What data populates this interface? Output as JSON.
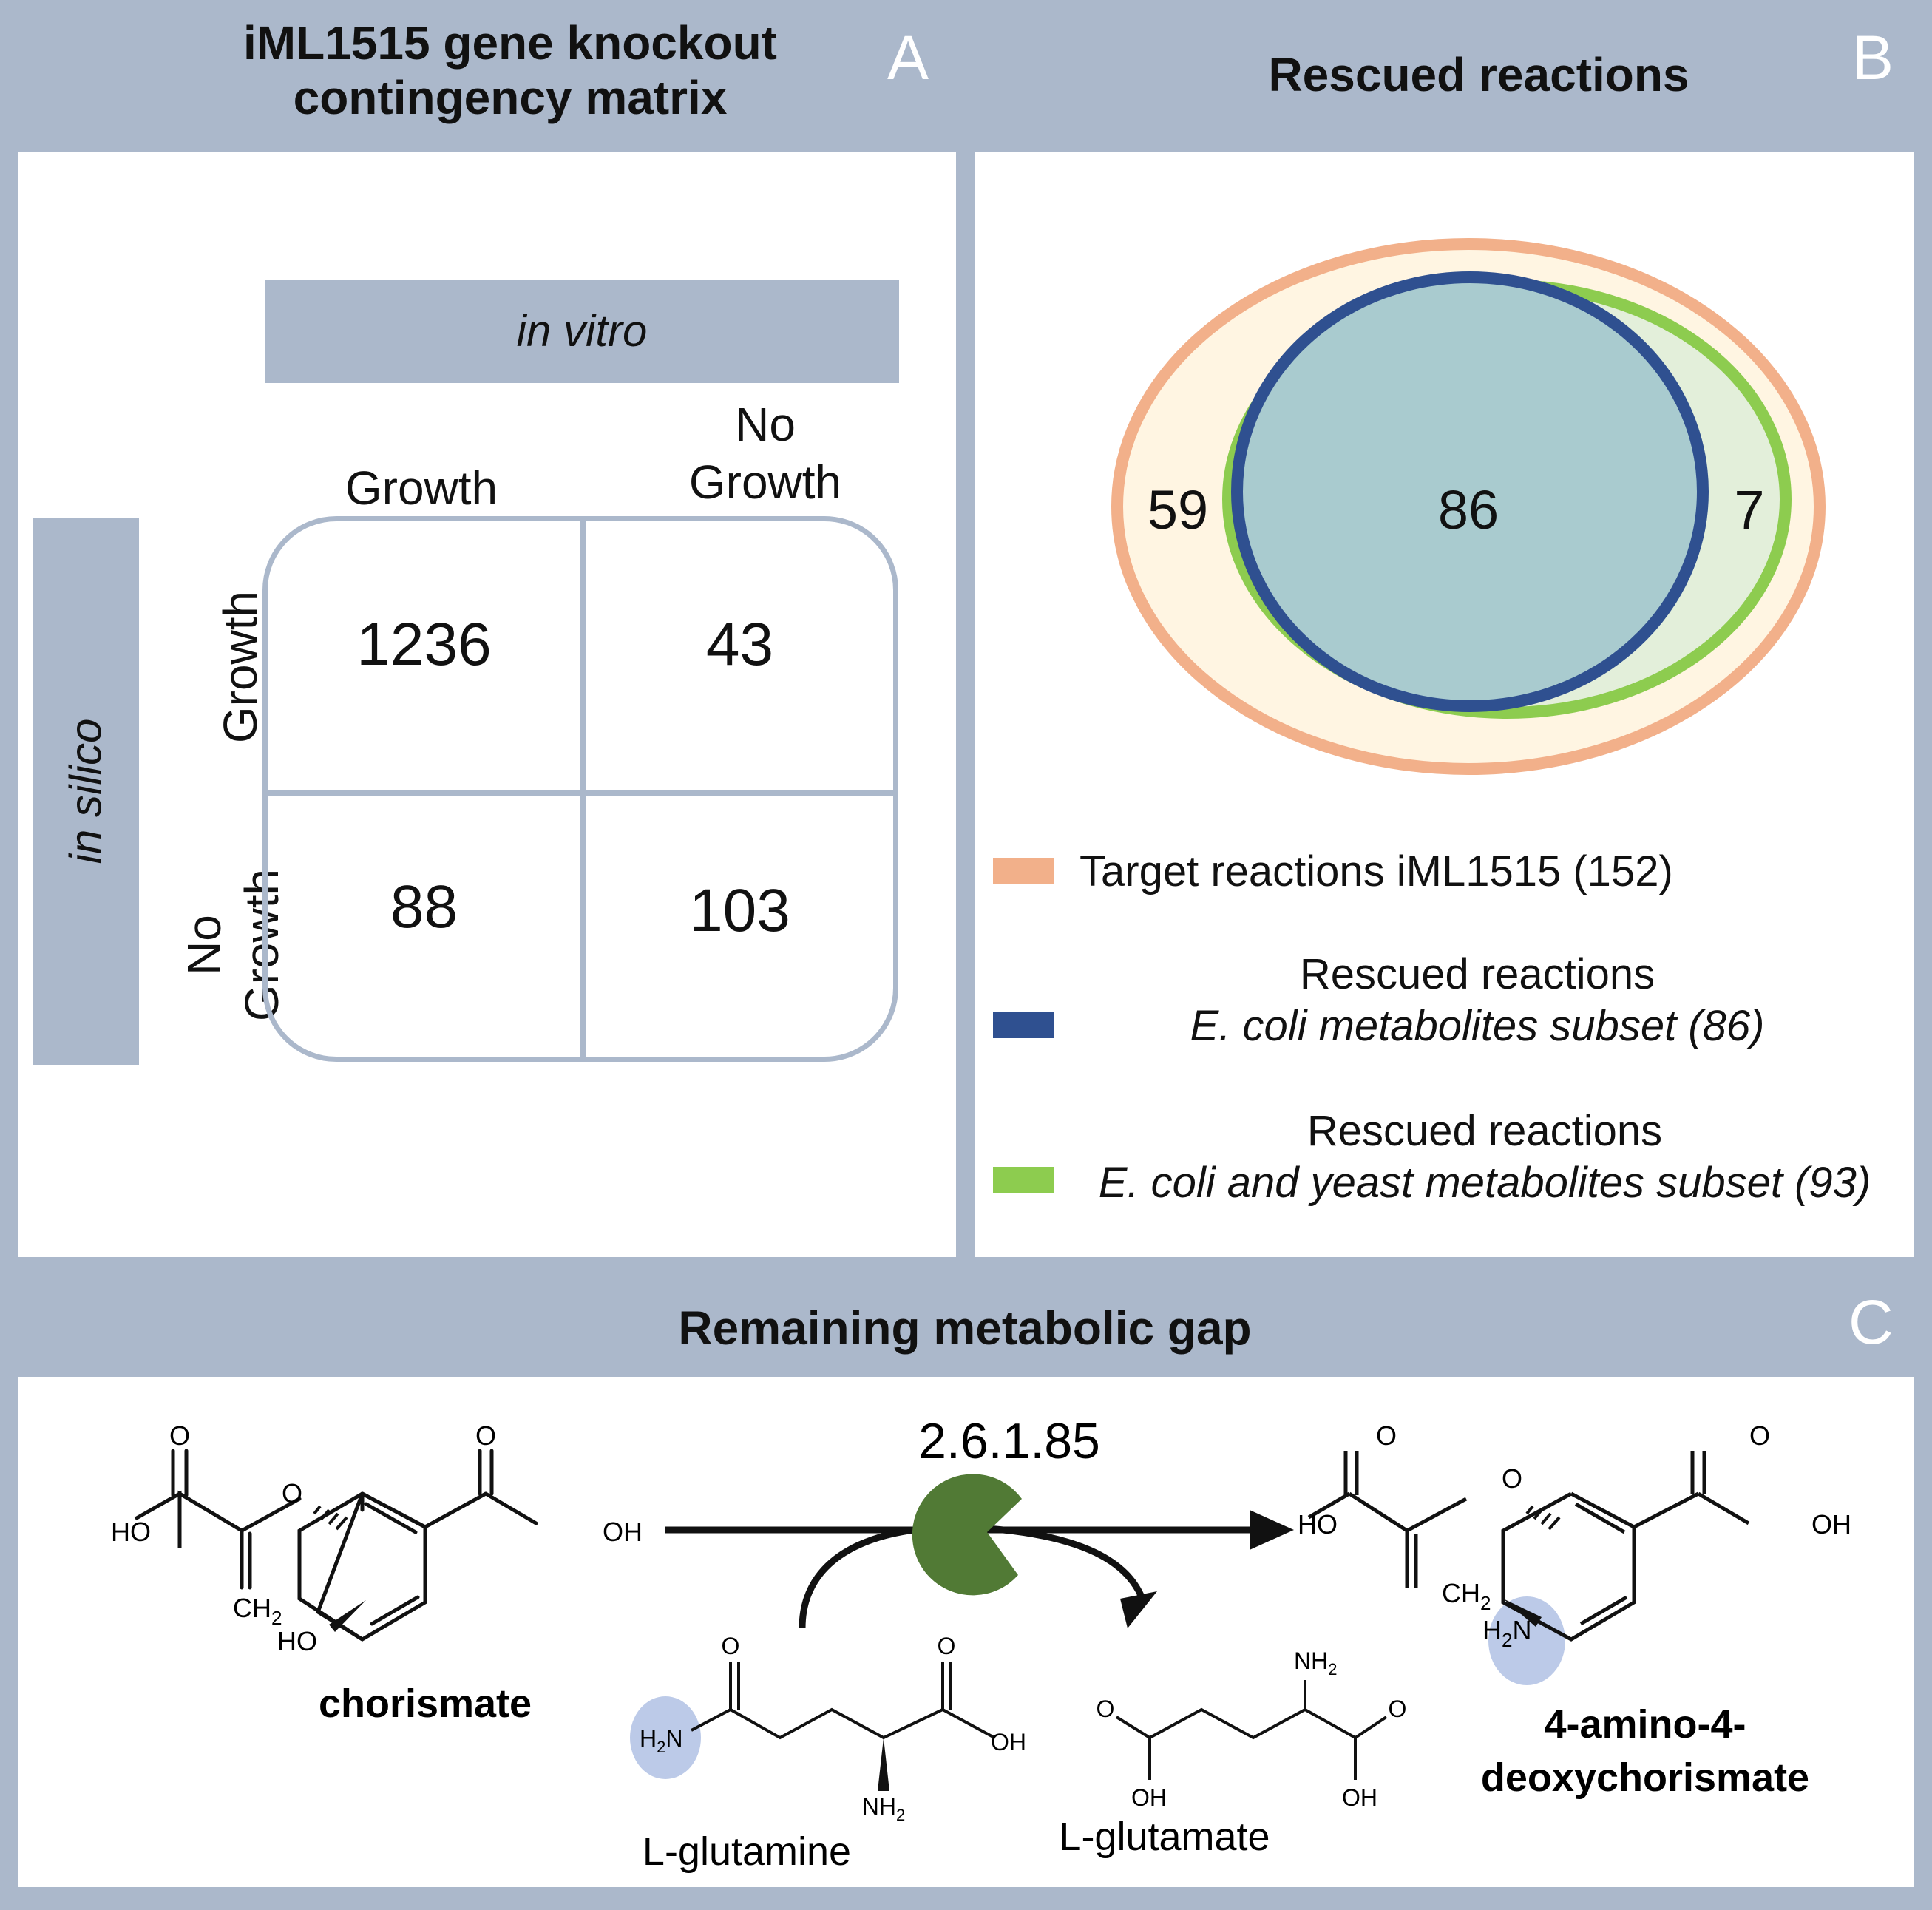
{
  "panel_a": {
    "letter": "A",
    "title_line1": "iML1515 gene knockout",
    "title_line2": "contingency matrix",
    "col_axis_label": "in vitro",
    "row_axis_label": "in silico",
    "col_headers": [
      "Growth",
      "No",
      "Growth"
    ],
    "row_headers": [
      "Growth",
      "No",
      "Growth"
    ],
    "cells": [
      "1236",
      "43",
      "88",
      "103"
    ]
  },
  "panel_b": {
    "letter": "B",
    "title": "Rescued reactions",
    "venn_values": {
      "outer_only": "59",
      "inner": "86",
      "green_only": "7"
    },
    "legend": [
      {
        "line1": "Target reactions iML1515 (152)",
        "line2": "",
        "color": "#f2b08a"
      },
      {
        "line1": "Rescued reactions",
        "line2": "E. coli metabolites subset (86)",
        "color": "#2f5090"
      },
      {
        "line1": "Rescued reactions",
        "line2": "E. coli and yeast metabolites subset (93)",
        "color": "#8dcc4f"
      }
    ],
    "colors": {
      "outer_fill": "#fff5e2",
      "green_fill": "#e3efda",
      "blue_fill": "#a9cbcf"
    }
  },
  "panel_c": {
    "letter": "C",
    "title": "Remaining metabolic gap",
    "enzyme": "2.6.1.85",
    "enzyme_color": "#517a35",
    "highlight_color": "#bccae8",
    "substrate": "chorismate",
    "product_line1": "4-amino-4-",
    "product_line2": "deoxychorismate",
    "cosubstrate": "L-glutamine",
    "coproduct": "L-glutamate",
    "atoms": {
      "o": "O",
      "oh": "OH",
      "ho": "HO",
      "ch2": "CH",
      "nh2": "NH",
      "h2n_h": "H",
      "n": "N",
      "sub2": "2"
    }
  }
}
